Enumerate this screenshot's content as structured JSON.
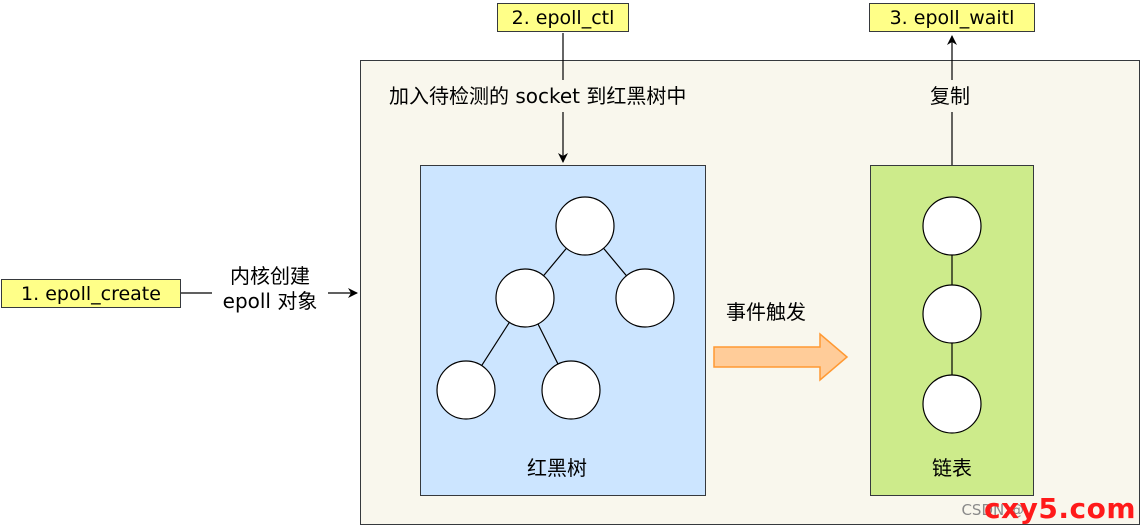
{
  "labels": {
    "epoll_create": "1. epoll_create",
    "epoll_ctl": "2. epoll_ctl",
    "epoll_wait": "3. epoll_waitl"
  },
  "annotations": {
    "kernel_create_line1": "内核创建",
    "kernel_create_line2": "epoll 对象",
    "add_socket": "加入待检测的 socket 到红黑树中",
    "copy": "复制",
    "event_trigger": "事件触发"
  },
  "containers": {
    "rbtree": "红黑树",
    "linked_list": "链表"
  },
  "watermark": {
    "csdn": "CSDN @",
    "site": "cxy5.com"
  },
  "colors": {
    "label_fill": "#ffff88",
    "panel_fill": "#f9f7ed",
    "rbtree_fill": "#cce5ff",
    "list_fill": "#cdeb8b",
    "arrow_fill": "#ffcc99",
    "arrow_stroke": "#ff9933",
    "watermark": "#ff1a1a"
  }
}
